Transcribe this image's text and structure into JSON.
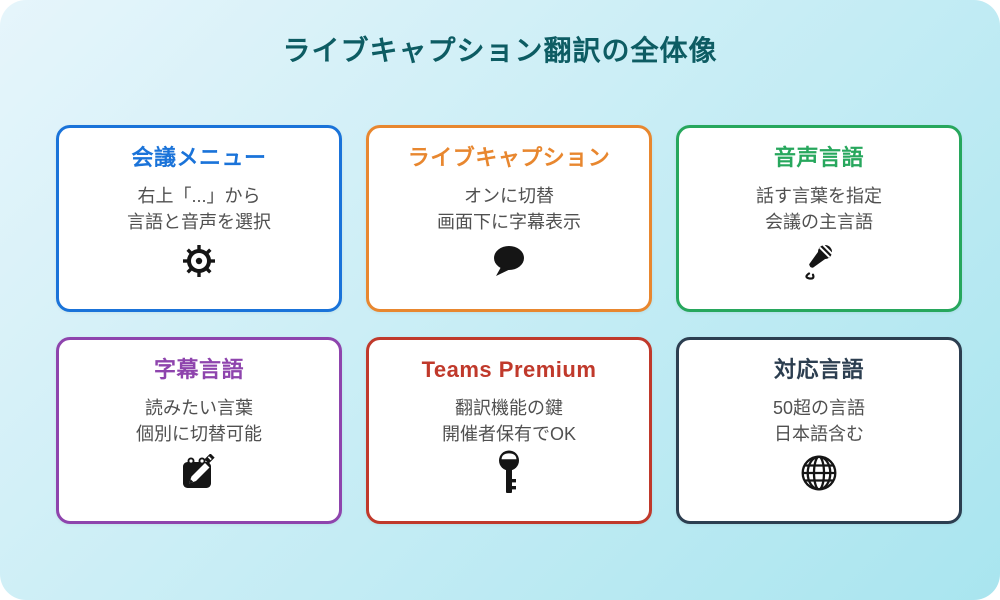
{
  "page": {
    "title": "ライブキャプション翻訳の全体像",
    "title_color": "#0d5c63",
    "background_gradient": [
      "#e6f5fb",
      "#a9e5ef"
    ]
  },
  "cards": [
    {
      "title": "会議メニュー",
      "color": "#1a73d9",
      "line1": "右上「...」から",
      "line2": "言語と音声を選択",
      "icon": "gear-icon"
    },
    {
      "title": "ライブキャプション",
      "color": "#e8872f",
      "line1": "オンに切替",
      "line2": "画面下に字幕表示",
      "icon": "speech-bubble-icon"
    },
    {
      "title": "音声言語",
      "color": "#27a75d",
      "line1": "話す言葉を指定",
      "line2": "会議の主言語",
      "icon": "microphone-icon"
    },
    {
      "title": "字幕言語",
      "color": "#8e44ad",
      "line1": "読みたい言葉",
      "line2": "個別に切替可能",
      "icon": "memo-pencil-icon"
    },
    {
      "title": "Teams Premium",
      "color": "#c0392b",
      "line1": "翻訳機能の鍵",
      "line2": "開催者保有でOK",
      "icon": "key-icon"
    },
    {
      "title": "対応言語",
      "color": "#2c3e50",
      "line1": "50超の言語",
      "line2": "日本語含む",
      "icon": "globe-icon"
    }
  ]
}
